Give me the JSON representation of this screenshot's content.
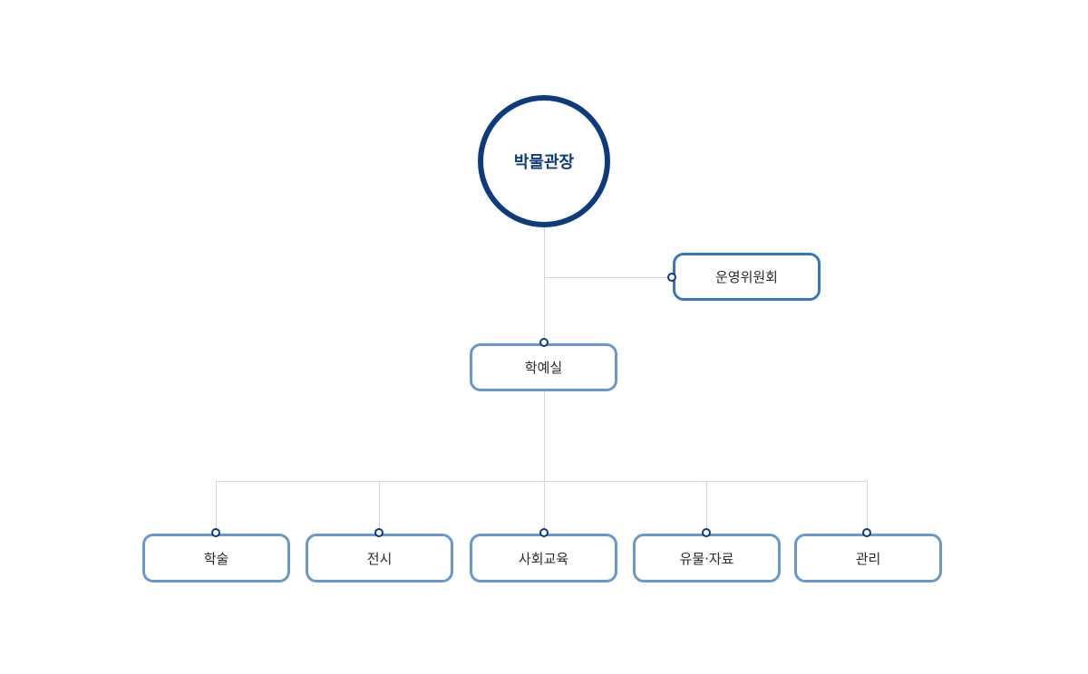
{
  "org_chart": {
    "root": {
      "label": "박물관장"
    },
    "committee": {
      "label": "운영위원회"
    },
    "office": {
      "label": "학예실"
    },
    "divisions": [
      {
        "label": "학술"
      },
      {
        "label": "전시"
      },
      {
        "label": "사회교육"
      },
      {
        "label": "유물·자료"
      },
      {
        "label": "관리"
      }
    ]
  },
  "colors": {
    "root_ring": "#0d3b7e",
    "box_border": "#6a98cc",
    "committee_border": "#3a76bb",
    "connector": "#d4d6da",
    "dot": "#0d3b7e"
  }
}
